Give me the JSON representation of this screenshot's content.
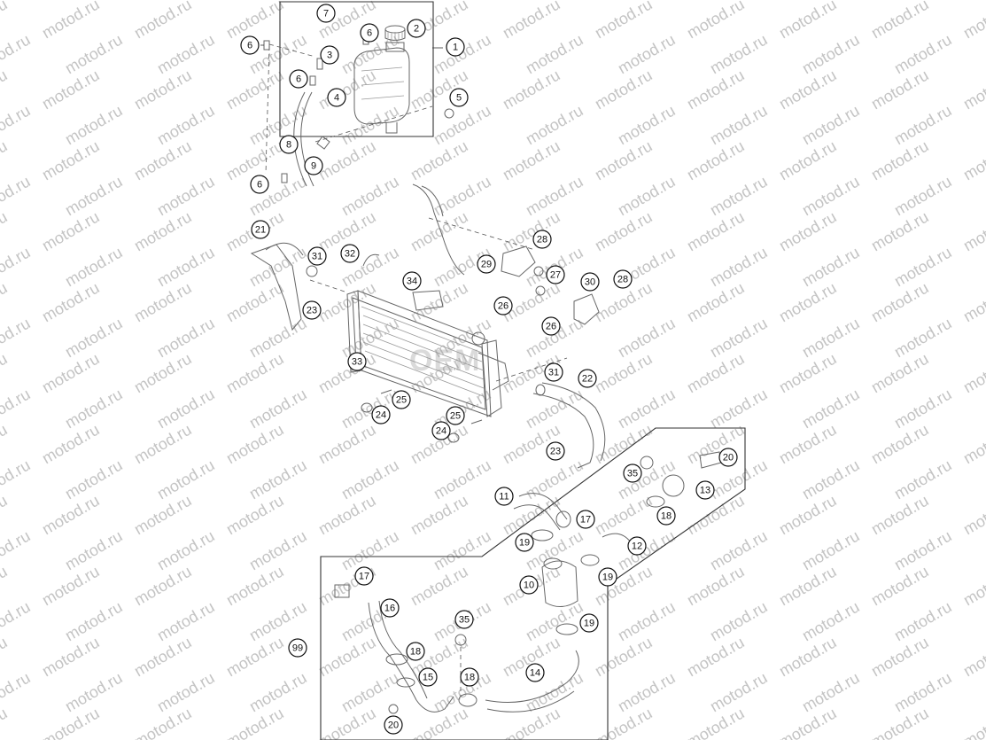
{
  "diagram": {
    "watermark_text": "motod.ru",
    "center_mark": "OEM",
    "callouts": [
      "1",
      "2",
      "3",
      "4",
      "5",
      "6",
      "7",
      "8",
      "9",
      "10",
      "11",
      "12",
      "13",
      "14",
      "15",
      "16",
      "17",
      "18",
      "19",
      "20",
      "21",
      "22",
      "23",
      "24",
      "25",
      "26",
      "27",
      "28",
      "29",
      "30",
      "31",
      "32",
      "33",
      "34",
      "35",
      "99"
    ]
  }
}
